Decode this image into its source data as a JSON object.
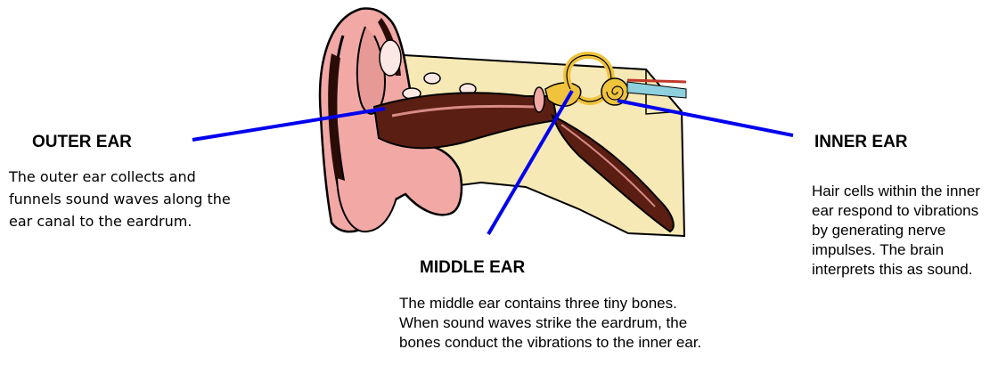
{
  "labels": {
    "outer": {
      "title": "OUTER EAR",
      "description": "The outer ear collects and funnels sound waves along the ear canal to the eardrum."
    },
    "middle": {
      "title": "MIDDLE EAR",
      "description": "The middle ear contains three tiny bones.   When sound waves strike the eardrum, the bones conduct the vibrations to the inner ear."
    },
    "inner": {
      "title": "INNER EAR",
      "description": "Hair cells within the inner ear respond to vibrations by generating nerve impulses.  The brain interprets this as sound."
    }
  },
  "colors": {
    "pointer_line": "#0000ee",
    "skin": "#f2a9a6",
    "skin_dark": "#d98b88",
    "canal": "#5a1e12",
    "bone_tissue": "#f7e9b5",
    "cochlea": "#f0c33c",
    "nerve": "#8fd0de",
    "outline": "#000000"
  },
  "icons": [
    "ear-illustration"
  ]
}
